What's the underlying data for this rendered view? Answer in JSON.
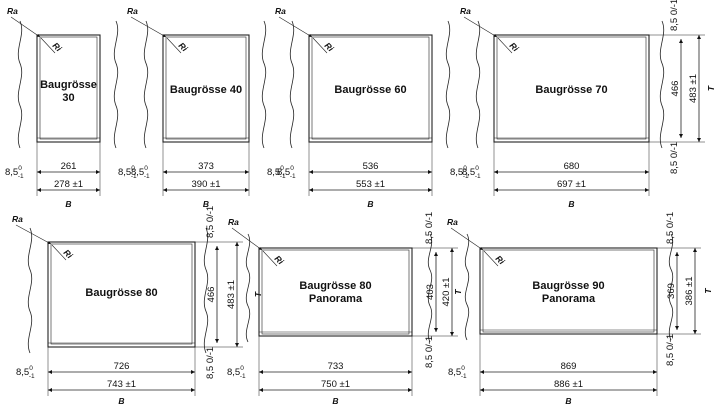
{
  "diagram": {
    "ra_label": "Ra",
    "ri_label": "Ri",
    "b_label": "B",
    "t_label": "T",
    "tolerance": {
      "base": "8,5",
      "upper": "0",
      "lower": "-1"
    },
    "units": [
      {
        "id": "bg30",
        "title": [
          "Baugrösse",
          "30"
        ],
        "inner_width": "261",
        "outer_width": "278 ±1"
      },
      {
        "id": "bg40",
        "title": [
          "Baugrösse 40"
        ],
        "inner_width": "373",
        "outer_width": "390 ±1"
      },
      {
        "id": "bg60",
        "title": [
          "Baugrösse 60"
        ],
        "inner_width": "536",
        "outer_width": "553 ±1"
      },
      {
        "id": "bg70",
        "title": [
          "Baugrösse 70"
        ],
        "inner_width": "680",
        "outer_width": "697 ±1",
        "inner_height": "466",
        "outer_height": "483 ±1"
      },
      {
        "id": "bg80",
        "title": [
          "Baugrösse 80"
        ],
        "inner_width": "726",
        "outer_width": "743 ±1",
        "inner_height": "466",
        "outer_height": "483 ±1"
      },
      {
        "id": "bg80p",
        "title": [
          "Baugrösse 80",
          "Panorama"
        ],
        "inner_width": "733",
        "outer_width": "750 ±1",
        "inner_height": "403",
        "outer_height": "420 ±1"
      },
      {
        "id": "bg90p",
        "title": [
          "Baugrösse 90",
          "Panorama"
        ],
        "inner_width": "869",
        "outer_width": "886 ±1",
        "inner_height": "369",
        "outer_height": "386 ±1"
      }
    ]
  }
}
